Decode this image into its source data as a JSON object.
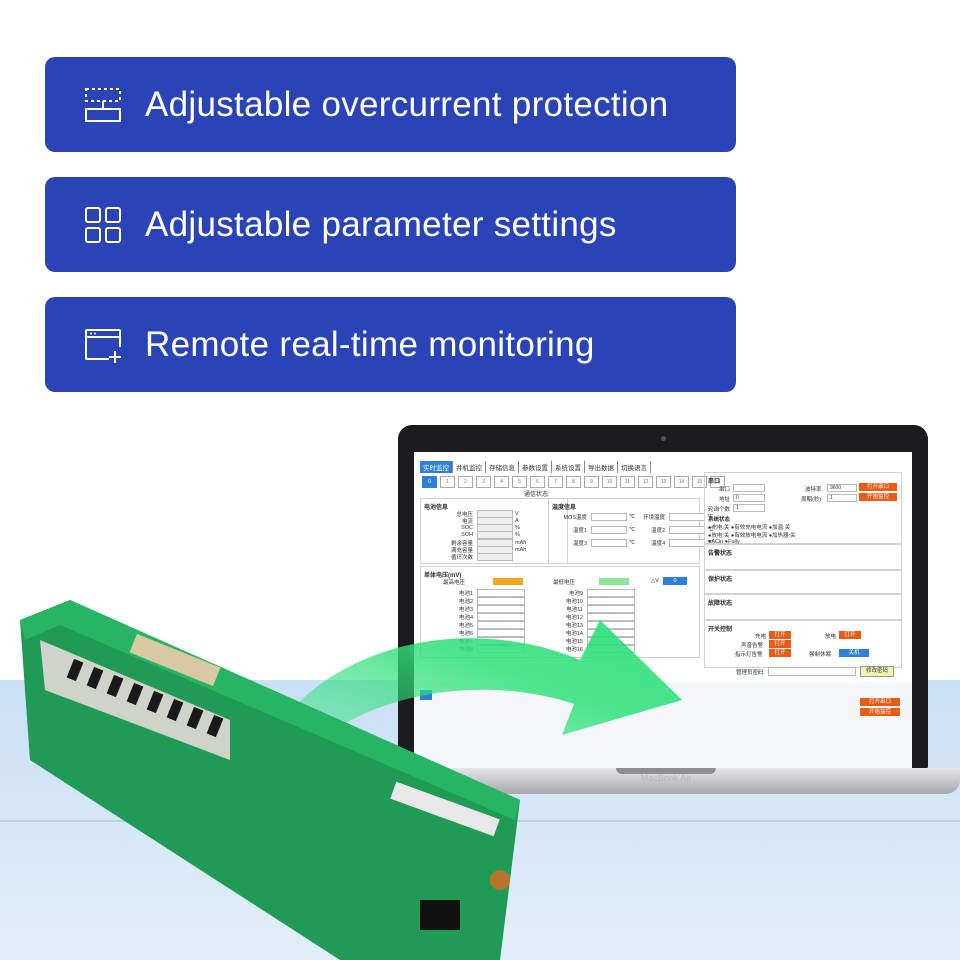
{
  "features": [
    {
      "label": "Adjustable overcurrent protection",
      "icon": "dashed-frame-icon"
    },
    {
      "label": "Adjustable parameter settings",
      "icon": "grid-icon"
    },
    {
      "label": "Remote real-time monitoring",
      "icon": "window-plus-icon"
    }
  ],
  "colors": {
    "banner": "#2a44b8",
    "accent_orange": "#ea5b15",
    "accent_blue": "#2f7ed8",
    "arrow_green": "#2ee07a"
  },
  "laptop": {
    "brand": "MacBook Air"
  },
  "software": {
    "tabs": [
      "实时监控",
      "并机监控",
      "存储信息",
      "参数设置",
      "系统设置",
      "导出数据",
      "切换语言"
    ],
    "channels": [
      "0",
      "1",
      "2",
      "3",
      "4",
      "5",
      "6",
      "7",
      "8",
      "9",
      "10",
      "11",
      "12",
      "13",
      "14",
      "15",
      "16"
    ],
    "comm_status": "通信状态:",
    "battery_panel": {
      "title": "电池信息",
      "rows": [
        {
          "k": "总电压",
          "u": "V"
        },
        {
          "k": "电流",
          "u": "A"
        },
        {
          "k": "SOC",
          "u": "%"
        },
        {
          "k": "SOH",
          "u": "%"
        },
        {
          "k": "剩余容量",
          "u": "mAh"
        },
        {
          "k": "满充容量",
          "u": "mAh"
        },
        {
          "k": "循环次数",
          "u": ""
        }
      ]
    },
    "temp_panel": {
      "title": "温度信息",
      "rows": [
        {
          "k": "MOS温度",
          "u": "℃",
          "k2": "环境温度",
          "u2": "℃"
        },
        {
          "k": "温度1",
          "u": "℃",
          "k2": "温度2",
          "u2": "℃"
        },
        {
          "k": "温度3",
          "u": "℃",
          "k2": "温度4",
          "u2": "℃"
        }
      ]
    },
    "cell_panel": {
      "title": "单体电压(mV)",
      "max_label": "最高电压",
      "min_label": "最低电压",
      "delta_label": "△V",
      "delta_value": "0",
      "cells_left": [
        "电池1",
        "电池2",
        "电池3",
        "电池4",
        "电池5",
        "电池6",
        "电池7",
        "电池8"
      ],
      "cells_right": [
        "电池9",
        "电池10",
        "电池11",
        "电池12",
        "电池13",
        "电池14",
        "电池15",
        "电池16"
      ]
    },
    "serial": {
      "title": "串口",
      "port_label": "串口",
      "baud_label": "波特率",
      "baud_value": "9600",
      "addr_label": "地址",
      "addr_value": "0",
      "period_label": "周期(秒)",
      "period_value": "1",
      "count_label": "轮询个数",
      "count_value": "1",
      "open_btn": "打开串口",
      "start_btn": "开始监控"
    },
    "system_status": {
      "title": "系统状态",
      "lines": [
        "●充电:关  ●有效充电电流  ●加温:关",
        "●放电:关  ●有效放电电流  ●加热器:关",
        "●ACin   ●Fully"
      ]
    },
    "alarm_title": "告警状态",
    "protect_title": "保护状态",
    "fault_title": "故障状态",
    "switch": {
      "title": "开关控制",
      "charge_label": "充电",
      "discharge_label": "放电",
      "sound_label": "声音告警",
      "light_label": "指示灯告警",
      "force_label": "强制休眠",
      "open_text": "打开",
      "off_text": "关机"
    },
    "password": {
      "label": "管理员密码",
      "btn": "修改密码"
    }
  }
}
